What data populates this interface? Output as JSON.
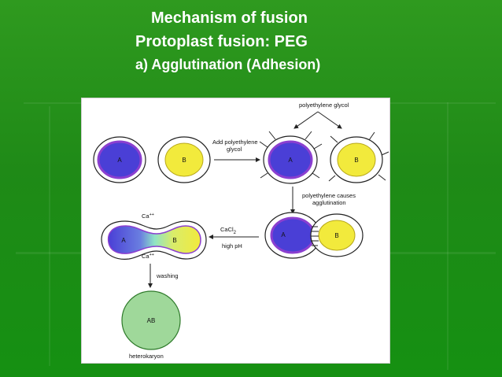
{
  "slide": {
    "title_line1": "Mechanism of fusion",
    "title_line2": "Protoplast fusion: PEG",
    "title_line3": "a) Agglutination (Adhesion)"
  },
  "diagram": {
    "cells": {
      "a": "A",
      "b": "B",
      "ab": "AB"
    },
    "labels": {
      "peg_top": "polyethylene  glycol",
      "add_peg_1": "Add  polyethylene",
      "add_peg_2": "glycol",
      "causes_1": "polyethylene  causes",
      "causes_2": "agglutination",
      "cacl2": "CaCl",
      "cacl2_sub": "2",
      "high_ph": "high  pH",
      "ca_top": "Ca",
      "ca_top_sup": "++",
      "ca_bottom": "Ca",
      "ca_bottom_sup": "++",
      "washing": "washing",
      "heterokaryon": "heterokaryon"
    },
    "colors": {
      "cell_a_fill": "#4a3fd6",
      "cell_a_ring": "#8b3fd0",
      "cell_b_fill": "#f2ea3c",
      "fusion_mid": "#8fe3c6",
      "heterokaryon_fill": "#9fd89a"
    }
  }
}
